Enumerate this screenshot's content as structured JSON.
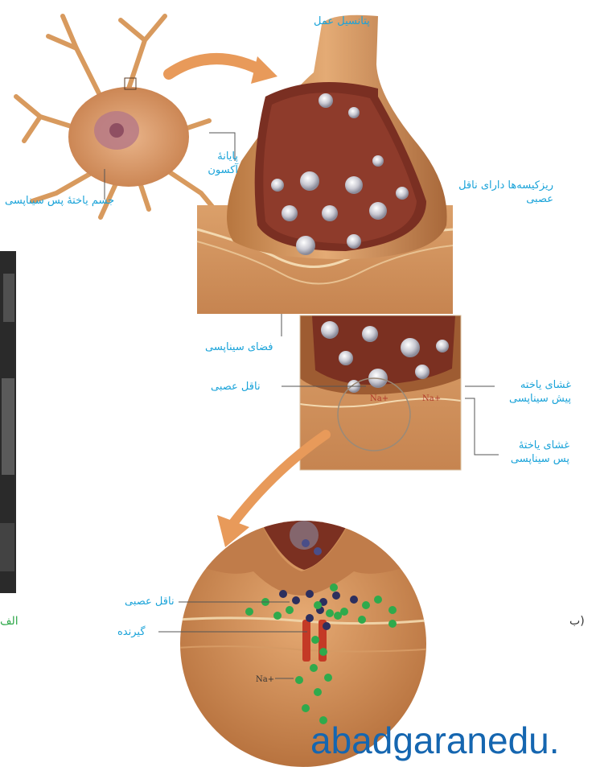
{
  "labels": {
    "action_potential": "پتانسیل عمل",
    "axon_terminal": "پایانۀ آکسون",
    "postsynaptic_body": "جسم یاختۀ پس سیناپسی",
    "vesicles": "ریزکیسه‌ها دارای ناقل عصبی",
    "synaptic_space": "فضای سیناپسی",
    "neurotransmitter_mid": "ناقل عصبی",
    "presynaptic_membrane": "غشای یاخته پیش سیناپسی",
    "postsynaptic_membrane": "غشای یاختۀ پس سیناپسی",
    "neurotransmitter_low": "ناقل عصبی",
    "receptor": "گیرنده",
    "sodium": "Na+"
  },
  "part_markers": {
    "alef": "الف",
    "be": "ب)"
  },
  "watermark": "abadgaranedu.",
  "colors": {
    "label": "#1aa3d9",
    "marker": "#2fa84a",
    "watermark": "#1566b0"
  }
}
